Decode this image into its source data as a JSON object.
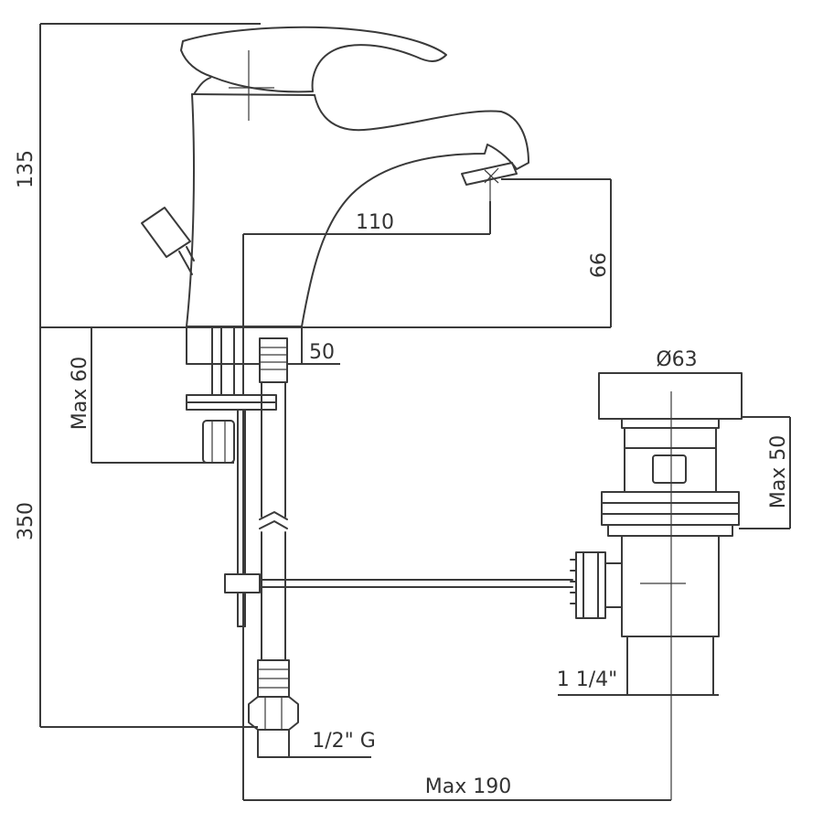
{
  "diagram": {
    "stroke_color": "#3a3a3a",
    "background": "#ffffff",
    "dimensions": {
      "height_total_label": "135",
      "spout_height_label": "66",
      "spout_reach_label": "110",
      "under_counter_max_label": "Max 60",
      "body_base_label": "50",
      "lower_height_label": "350",
      "drain_cap_diameter_label": "Ø63",
      "drain_max_label": "Max 50",
      "drain_thread_label": "1 1/4\"",
      "supply_thread_label": "1/2\" G",
      "pull_rod_reach_label": "Max 190"
    }
  }
}
